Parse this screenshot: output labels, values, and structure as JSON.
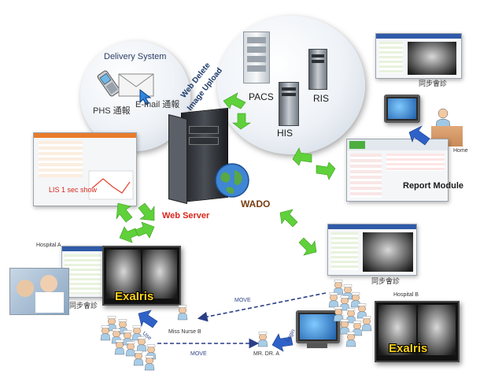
{
  "delivery": {
    "title": "Delivery System",
    "phs": "PHS 通報",
    "email": "E-mail 通報"
  },
  "server_cluster": {
    "pacs": "PACS",
    "ris": "RIS",
    "his": "HIS"
  },
  "web_server": {
    "label": "Web Server",
    "upload_line1": "Web Delete",
    "upload_line2": "Image Upload",
    "wado": "WADO"
  },
  "lis": {
    "caption": "LIS 1 sec show"
  },
  "report": {
    "label": "Report Module",
    "home": "Home"
  },
  "sync": {
    "top": "同步會診",
    "mid": "同步會診",
    "left": "同步會診"
  },
  "hospital_a": {
    "label": "Hospital A",
    "brand": "ExaIris"
  },
  "hospital_b": {
    "label": "Hospital B",
    "brand": "ExaIris"
  },
  "people": {
    "nurse": "Miss Nurse B",
    "doctor": "MR. DR. A",
    "move_top": "MOVE",
    "move_bottom": "MOVE",
    "login": "Login",
    "use": "Use"
  },
  "colors": {
    "arrow_green": "#5fd13a",
    "arrow_blue": "#2f62c8",
    "label_red": "#d8261c",
    "brand_yellow": "#ffd21a",
    "dash_navy": "#2b3f86"
  }
}
